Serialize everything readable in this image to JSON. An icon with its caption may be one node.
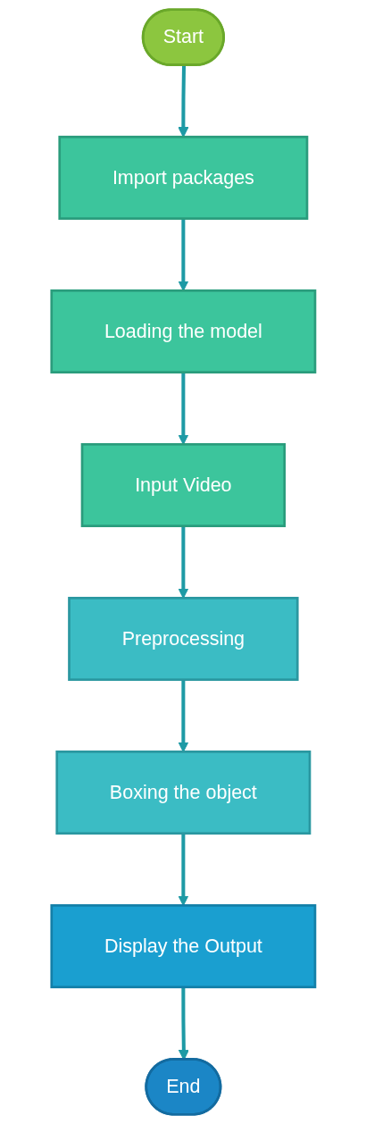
{
  "diagram": {
    "nodes": [
      {
        "text": [
          "Start"
        ]
      },
      {
        "text": [
          "Import packages"
        ]
      },
      {
        "text": [
          "Loading the model"
        ]
      },
      {
        "text": [
          "Input Video"
        ]
      },
      {
        "text": [
          "Preprocessing"
        ]
      },
      {
        "text": [
          "Boxing the object"
        ]
      },
      {
        "text": [
          "Display the Output"
        ]
      },
      {
        "text": [
          "End"
        ]
      }
    ],
    "edges": [
      {
        "from": 0,
        "to": 1,
        "arrow": "to"
      },
      {
        "from": 1,
        "to": 2,
        "arrow": "to"
      },
      {
        "from": 2,
        "to": 3,
        "arrow": "to"
      },
      {
        "from": 3,
        "to": 4,
        "arrow": "to"
      },
      {
        "from": 4,
        "to": 5,
        "arrow": "to"
      },
      {
        "from": 5,
        "to": 6,
        "arrow": "to"
      },
      {
        "from": 6,
        "to": 7,
        "arrow": "to"
      }
    ]
  }
}
